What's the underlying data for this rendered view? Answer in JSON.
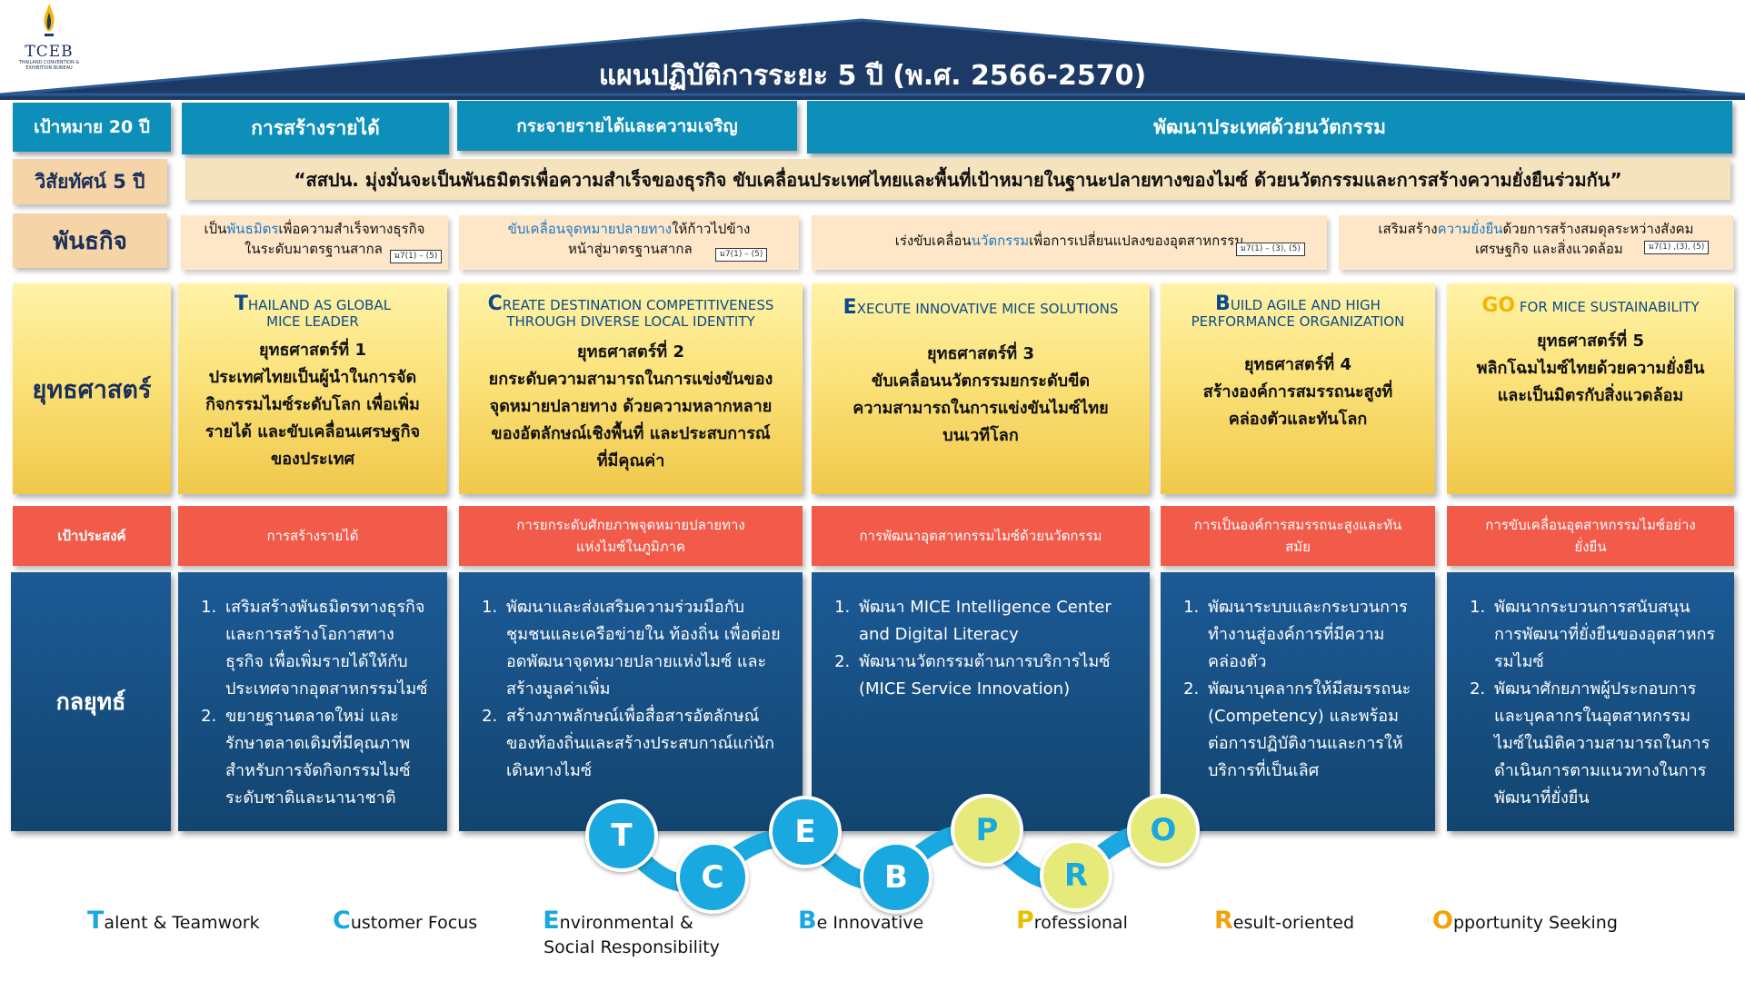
{
  "logo": {
    "name": "TCEB",
    "subtitle": "THAILAND CONVENTION & EXHIBITION BUREAU"
  },
  "title": "แผนปฏิบัติการระยะ 5 ปี (พ.ศ. 2566-2570)",
  "colors": {
    "roof": "#1d3a66",
    "teal": "#0e8fba",
    "tan": "#f5d5a8",
    "gold": "#fbe27a",
    "red": "#f25a4a",
    "navy": "#15497a",
    "value_blue": "#1aa8e0",
    "value_yellow": "#e6ea7a"
  },
  "goal_row": {
    "label": "เป้าหมาย 20 ปี",
    "items": [
      "การสร้างรายได้",
      "กระจายรายได้และความเจริญ",
      "พัฒนาประเทศด้วยนวัตกรรม"
    ]
  },
  "vision_row": {
    "label": "วิสัยทัศน์ 5 ปี",
    "text": "“สสปน. มุ่งมั่นจะเป็นพันธมิตรเพื่อความสำเร็จของธุรกิจ ขับเคลื่อนประเทศไทยและพื้นที่เป้าหมายในฐานะปลายทางของไมซ์ ด้วยนวัตกรรมและการสร้างความยั่งยืนร่วมกัน”"
  },
  "mission_row": {
    "label": "พันธกิจ",
    "items": [
      {
        "pre": "เป็น",
        "hl": "พันธมิตร",
        "post": "เพื่อความสำเร็จทางธุรกิจ",
        "line2": "ในระดับมาตรฐานสากล",
        "tag": "ม7(1) – (5)"
      },
      {
        "pre": "",
        "hl": "ขับเคลื่อนจุดหมายปลายทาง",
        "post": "ให้ก้าวไปข้าง",
        "line2": "หน้าสู่มาตรฐานสากล",
        "tag": "ม7(1) – (5)"
      },
      {
        "pre": "เร่งขับเคลื่อน",
        "hl": "นวัตกรรม",
        "post": "เพื่อการเปลี่ยนแปลงของอุตสาหกรรม",
        "line2": "",
        "tag": "ม7(1) – (3), (5)"
      },
      {
        "pre": "เสริมสร้าง",
        "hl": "ความยั่งยืน",
        "post": "ด้วยการสร้างสมดุลระหว่างสังคม",
        "line2": "เศรษฐกิจ และสิ่งแวดล้อม",
        "tag": "ม7(1) ,(3), (5)"
      }
    ]
  },
  "strategy_row": {
    "label": "ยุทธศาสตร์",
    "items": [
      {
        "en_initial": "T",
        "en_rest": "hailand as Global",
        "en_line2": "MICE Leader",
        "th": [
          "ยุทธศาสตร์ที่ 1",
          "ประเทศไทยเป็นผู้นำในการจัด",
          "กิจกรรมไมซ์ระดับโลก เพื่อเพิ่ม",
          "รายได้ และขับเคลื่อนเศรษฐกิจ",
          "ของประเทศ"
        ]
      },
      {
        "en_initial": "C",
        "en_rest": "reate Destination Competitiveness",
        "en_line2": "through Diverse Local Identity",
        "th": [
          "ยุทธศาสตร์ที่ 2",
          "ยกระดับความสามารถในการแข่งขันของ",
          "จุดหมายปลายทาง ด้วยความหลากหลาย",
          "ของอัตลักษณ์เชิงพื้นที่ และประสบการณ์",
          "ที่มีคุณค่า"
        ]
      },
      {
        "en_initial": "E",
        "en_rest": "xecute Innovative MICE Solutions",
        "en_line2": "",
        "th": [
          "ยุทธศาสตร์ที่ 3",
          "ขับเคลื่อนนวัตกรรมยกระดับขีด",
          "ความสามารถในการแข่งขันไมซ์ไทย",
          "บนเวทีโลก"
        ]
      },
      {
        "en_initial": "B",
        "en_rest": "uild Agile and High",
        "en_line2": "Performance Organization",
        "th": [
          "ยุทธศาสตร์ที่ 4",
          "สร้างองค์การสมรรถนะสูงที่",
          "คล่องตัวและทันโลก"
        ]
      },
      {
        "en_initial": "GO",
        "en_rest": " for MICE Sustainability",
        "en_line2": "",
        "th": [
          "ยุทธศาสตร์ที่ 5",
          "พลิกโฉมไมซ์ไทยด้วยความยั่งยืน",
          "และเป็นมิตรกับสิ่งแวดล้อม"
        ]
      }
    ]
  },
  "objective_row": {
    "label": "เป้าประสงค์",
    "items": [
      "การสร้างรายได้",
      "การยกระดับศักยภาพจุดหมายปลายทางแห่งไมซ์ในภูมิภาค",
      "การพัฒนาอุตสาหกรรมไมซ์ด้วยนวัตกรรม",
      "การเป็นองค์การสมรรถนะสูงและทันสมัย",
      "การขับเคลื่อนอุตสาหกรรมไมซ์อย่างยั่งยืน"
    ]
  },
  "tactic_row": {
    "label": "กลยุทธ์",
    "items": [
      [
        "เสริมสร้างพันธมิตรทางธุรกิจและการสร้างโอกาสทางธุรกิจ เพื่อเพิ่มรายได้ให้กับประเทศจากอุตสาหกรรมไมซ์",
        "ขยายฐานตลาดใหม่ และรักษาตลาดเดิมที่มีคุณภาพสำหรับการจัดกิจกรรมไมซ์ระดับชาติและนานาชาติ"
      ],
      [
        "พัฒนาและส่งเสริมความร่วมมือกับชุมชนและเครือข่ายใน ท้องถิ่น เพื่อต่อยอดพัฒนาจุดหมายปลายแห่งไมซ์ และสร้างมูลค่าเพิ่ม",
        "สร้างภาพลักษณ์เพื่อสื่อสารอัตลักษณ์ของท้องถิ่นและสร้างประสบกาณ์แก่นักเดินทางไมซ์"
      ],
      [
        "พัฒนา MICE Intelligence Center and Digital Literacy",
        "พัฒนานวัตกรรมด้านการบริการไมซ์ (MICE Service Innovation)"
      ],
      [
        "พัฒนาระบบและกระบวนการทำงานสู่องค์การที่มีความคล่องตัว",
        "พัฒนาบุคลากรให้มีสมรรถนะ (Competency) และพร้อมต่อการปฏิบัติงานและการให้บริการที่เป็นเลิศ"
      ],
      [
        "พัฒนากระบวนการสนับสนุนการพัฒนาที่ยั่งยืนของอุตสาหกรรมไมซ์",
        "พัฒนาศักยภาพผู้ประกอบการและบุคลากรในอุตสาหกรรมไมซ์ในมิติความสามารถในการดำเนินการตามแนวทางในการพัฒนาที่ยั่งยืน"
      ]
    ]
  },
  "values": {
    "letters": [
      "T",
      "C",
      "E",
      "B",
      "P",
      "R",
      "O"
    ],
    "items": [
      {
        "initial": "T",
        "rest": "alent & Teamwork",
        "line2": ""
      },
      {
        "initial": "C",
        "rest": "ustomer Focus",
        "line2": ""
      },
      {
        "initial": "E",
        "rest": "nvironmental &",
        "line2": "Social Responsibility"
      },
      {
        "initial": "B",
        "rest": "e Innovative",
        "line2": ""
      },
      {
        "initial": "P",
        "rest": "rofessional",
        "line2": ""
      },
      {
        "initial": "R",
        "rest": "esult-oriented",
        "line2": ""
      },
      {
        "initial": "O",
        "rest": "pportunity Seeking",
        "line2": ""
      }
    ]
  }
}
